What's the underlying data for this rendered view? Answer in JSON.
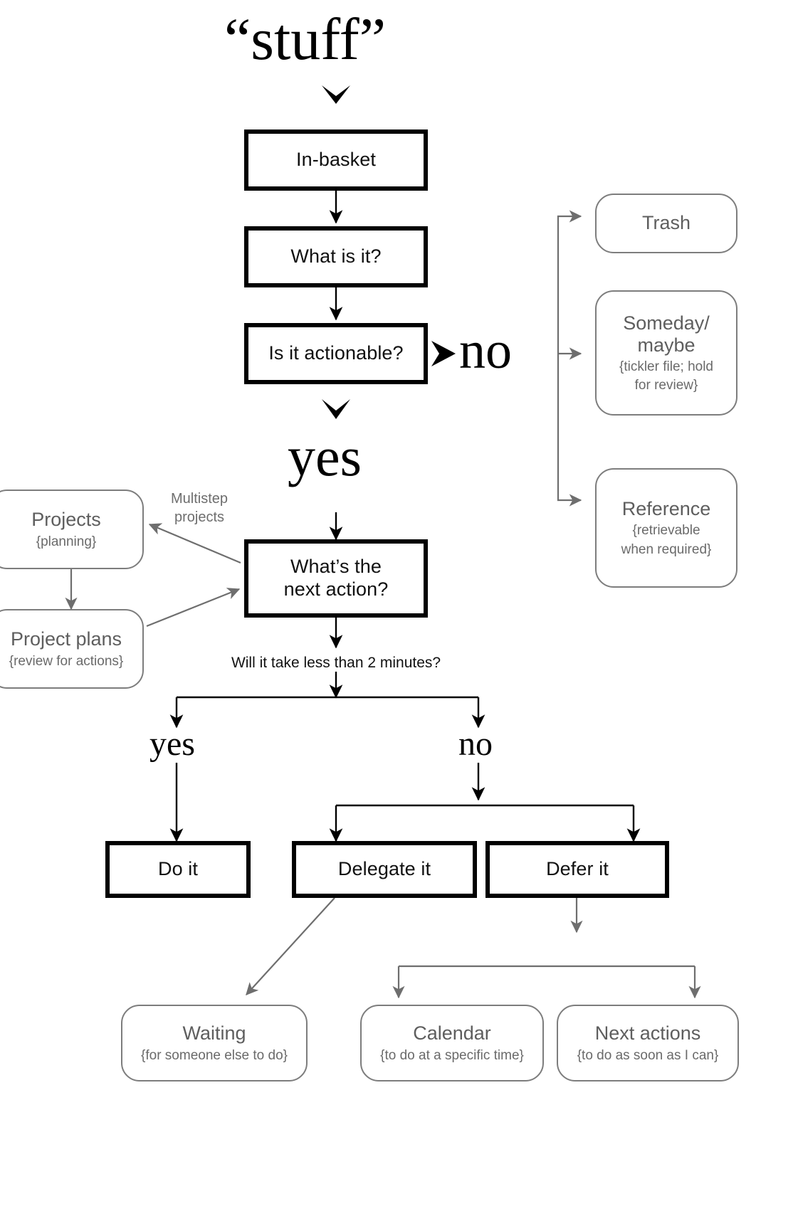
{
  "diagram": {
    "title": "“stuff”",
    "palette": {
      "hard_border": "#000000",
      "soft_border": "#7d7d7d",
      "soft_text": "#5e5e5e",
      "wire": "#6e6e6e",
      "wire_dark": "#000000",
      "background": "#ffffff"
    }
  },
  "nodes": {
    "in_basket": {
      "label": "In-basket"
    },
    "what_is_it": {
      "label": "What is it?"
    },
    "is_actionable": {
      "label": "Is it actionable?"
    },
    "next_action": {
      "label_line1": "What’s the",
      "label_line2": "next action?"
    },
    "trash": {
      "label": "Trash"
    },
    "someday": {
      "label_line1": "Someday/",
      "label_line2": "maybe",
      "sub_line1": "{tickler file; hold",
      "sub_line2": "for review}"
    },
    "reference": {
      "label": "Reference",
      "sub_line1": "{retrievable",
      "sub_line2": "when required}"
    },
    "projects": {
      "label": "Projects",
      "sub": "{planning}"
    },
    "project_plans": {
      "label": "Project plans",
      "sub": "{review for actions}"
    },
    "do_it": {
      "label": "Do it"
    },
    "delegate_it": {
      "label": "Delegate it"
    },
    "defer_it": {
      "label": "Defer it"
    },
    "waiting": {
      "label": "Waiting",
      "sub": "{for someone else to do}"
    },
    "calendar": {
      "label": "Calendar",
      "sub": "{to do at a specific time}"
    },
    "next_actions": {
      "label": "Next actions",
      "sub": "{to do as soon as I can}"
    }
  },
  "labels": {
    "no_branch": "no",
    "yes_branch": "yes",
    "multistep": "Multistep\nprojects",
    "two_minutes_question": "Will it take less than 2 minutes?",
    "yes_small": "yes",
    "no_small": "no"
  }
}
